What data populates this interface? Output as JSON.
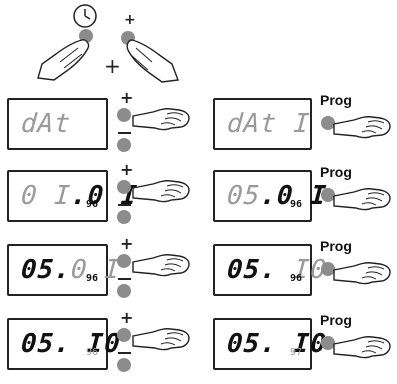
{
  "top": {
    "plus_small": "+",
    "plus_big": "+"
  },
  "buttons": {
    "plus": "+",
    "prog": "Prog"
  },
  "rows": [
    {
      "left": {
        "main": "dAt",
        "main_style": "faint",
        "year": "",
        "year_style": ""
      },
      "right": {
        "main": "dAt I",
        "main_style": "faint",
        "year": "",
        "year_style": ""
      }
    },
    {
      "left": {
        "pre": "0 I",
        "pre_style": "faint",
        "main": ".0 I",
        "main_style": "bold",
        "year": "96",
        "year_style": "bold"
      },
      "right": {
        "pre": "05",
        "pre_style": "faint",
        "main": ".0 I",
        "main_style": "bold",
        "year": "96",
        "year_style": "bold"
      }
    },
    {
      "left": {
        "pre": "05.",
        "pre_style": "bold",
        "main": "0 I",
        "main_style": "faint",
        "year": "96",
        "year_style": "bold"
      },
      "right": {
        "pre": "05.",
        "pre_style": "bold",
        "main": " I0",
        "main_style": "faint",
        "year": "96",
        "year_style": "bold"
      }
    },
    {
      "left": {
        "pre": "05. I0",
        "pre_style": "bold",
        "main": "",
        "main_style": "",
        "year": "96",
        "year_style": "faint"
      },
      "right": {
        "pre": "05. I0",
        "pre_style": "bold",
        "main": "",
        "main_style": "",
        "year": "97",
        "year_style": "faint"
      }
    }
  ]
}
